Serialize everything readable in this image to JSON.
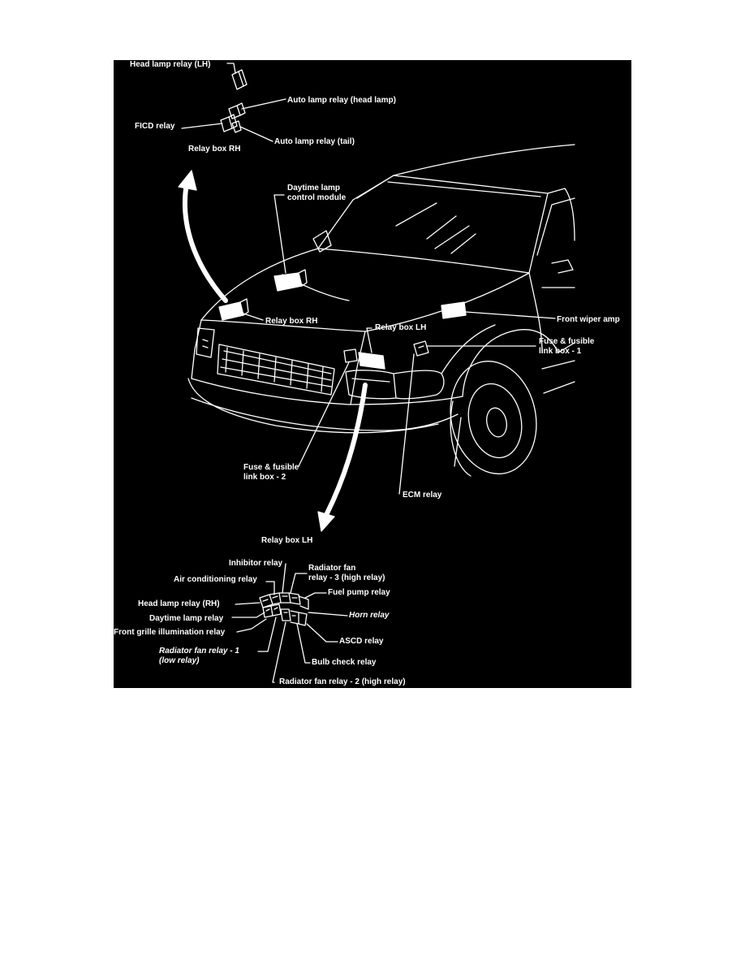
{
  "figure": {
    "colors": {
      "background": "#000000",
      "ink": "#ffffff",
      "page": "#ffffff"
    },
    "callouts": {
      "relay_box_rh_detail": {
        "title": "Relay box RH",
        "head_lamp_relay_lh": "Head lamp relay (LH)",
        "auto_lamp_relay_head": "Auto lamp relay (head lamp)",
        "ficd_relay": "FICD relay",
        "auto_lamp_relay_tail": "Auto lamp relay (tail)"
      },
      "vehicle": {
        "daytime_lamp_control_module": "Daytime lamp\ncontrol module",
        "relay_box_rh": "Relay box RH",
        "relay_box_lh": "Relay box LH",
        "front_wiper_amp": "Front wiper amp",
        "fuse_fusible_link_box_1": "Fuse & fusible\nlink box - 1",
        "fuse_fusible_link_box_2": "Fuse & fusible\nlink box - 2",
        "ecm_relay": "ECM relay"
      },
      "relay_box_lh_detail": {
        "title": "Relay box LH",
        "inhibitor_relay": "Inhibitor relay",
        "radiator_fan_relay_3": "Radiator fan\nrelay - 3 (high relay)",
        "air_conditioning_relay": "Air conditioning relay",
        "fuel_pump_relay": "Fuel pump relay",
        "head_lamp_relay_rh": "Head lamp relay (RH)",
        "horn_relay": "Horn relay",
        "daytime_lamp_relay": "Daytime lamp relay",
        "front_grille_illumination_relay": "Front grille illumination relay",
        "ascd_relay": "ASCD relay",
        "radiator_fan_relay_1": "Radiator fan relay - 1\n(low relay)",
        "bulb_check_relay": "Bulb check relay",
        "radiator_fan_relay_2": "Radiator fan relay - 2 (high relay)"
      }
    }
  }
}
